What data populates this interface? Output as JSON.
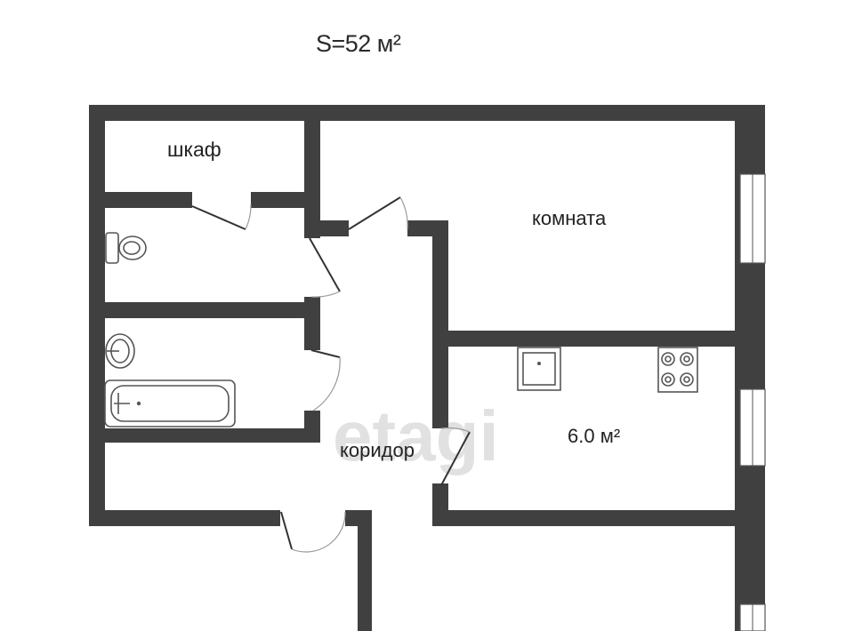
{
  "plan": {
    "total_area": "S=52 м²",
    "rooms": {
      "closet": "шкаф",
      "room": "комната",
      "kitchen_area": "6.0 м²",
      "corridor": "коридор"
    },
    "watermark": "etagi",
    "colors": {
      "wall": "#404040",
      "fixture": "#555555",
      "background": "#ffffff"
    }
  }
}
